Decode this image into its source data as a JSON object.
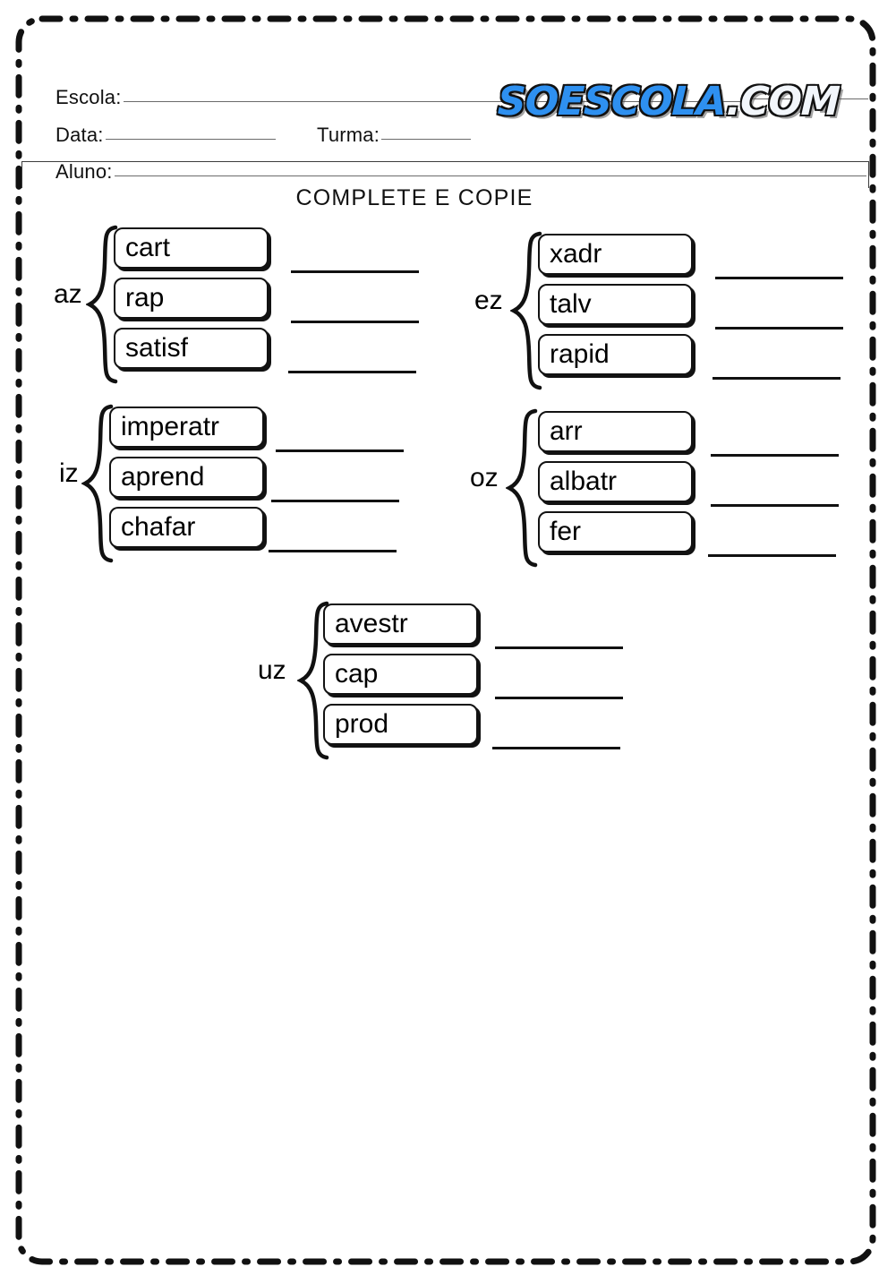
{
  "document": {
    "type": "worksheet",
    "title": "COMPLETE E COPIE"
  },
  "header": {
    "fields": [
      {
        "label": "Escola:",
        "value": "",
        "placeholder": ""
      },
      {
        "label": "Data:",
        "value": "",
        "placeholder": ""
      },
      {
        "label": "Turma:",
        "value": "",
        "placeholder": ""
      },
      {
        "label": "Aluno:",
        "value": "",
        "placeholder": ""
      }
    ],
    "escola_label": "Escola:",
    "data_label": "Data:",
    "turma_label": "Turma:",
    "aluno_label": "Aluno:"
  },
  "logo": {
    "text": "SOESCOLA.COM",
    "part_a": "SOESCOLA",
    "part_b": ".COM",
    "color_a": "#2e90f0",
    "color_b": "#f2f6fb",
    "outline_color": "#111111"
  },
  "exercise": {
    "instruction": "COMPLETE E COPIE",
    "groups": [
      {
        "suffix": "az",
        "items": [
          {
            "stem": "cart",
            "answer": ""
          },
          {
            "stem": "rap",
            "answer": ""
          },
          {
            "stem": "satisf",
            "answer": ""
          }
        ]
      },
      {
        "suffix": "ez",
        "items": [
          {
            "stem": "xadr",
            "answer": ""
          },
          {
            "stem": "talv",
            "answer": ""
          },
          {
            "stem": "rapid",
            "answer": ""
          }
        ]
      },
      {
        "suffix": "iz",
        "items": [
          {
            "stem": "imperatr",
            "answer": ""
          },
          {
            "stem": "aprend",
            "answer": ""
          },
          {
            "stem": "chafar",
            "answer": ""
          }
        ]
      },
      {
        "suffix": "oz",
        "items": [
          {
            "stem": "arr",
            "answer": ""
          },
          {
            "stem": "albatr",
            "answer": ""
          },
          {
            "stem": "fer",
            "answer": ""
          }
        ]
      },
      {
        "suffix": "uz",
        "items": [
          {
            "stem": "avestr",
            "answer": ""
          },
          {
            "stem": "cap",
            "answer": ""
          },
          {
            "stem": "prod",
            "answer": ""
          }
        ]
      }
    ]
  },
  "style": {
    "page_background": "#ffffff",
    "ink_color": "#111111",
    "border_style": "dash-dot"
  }
}
